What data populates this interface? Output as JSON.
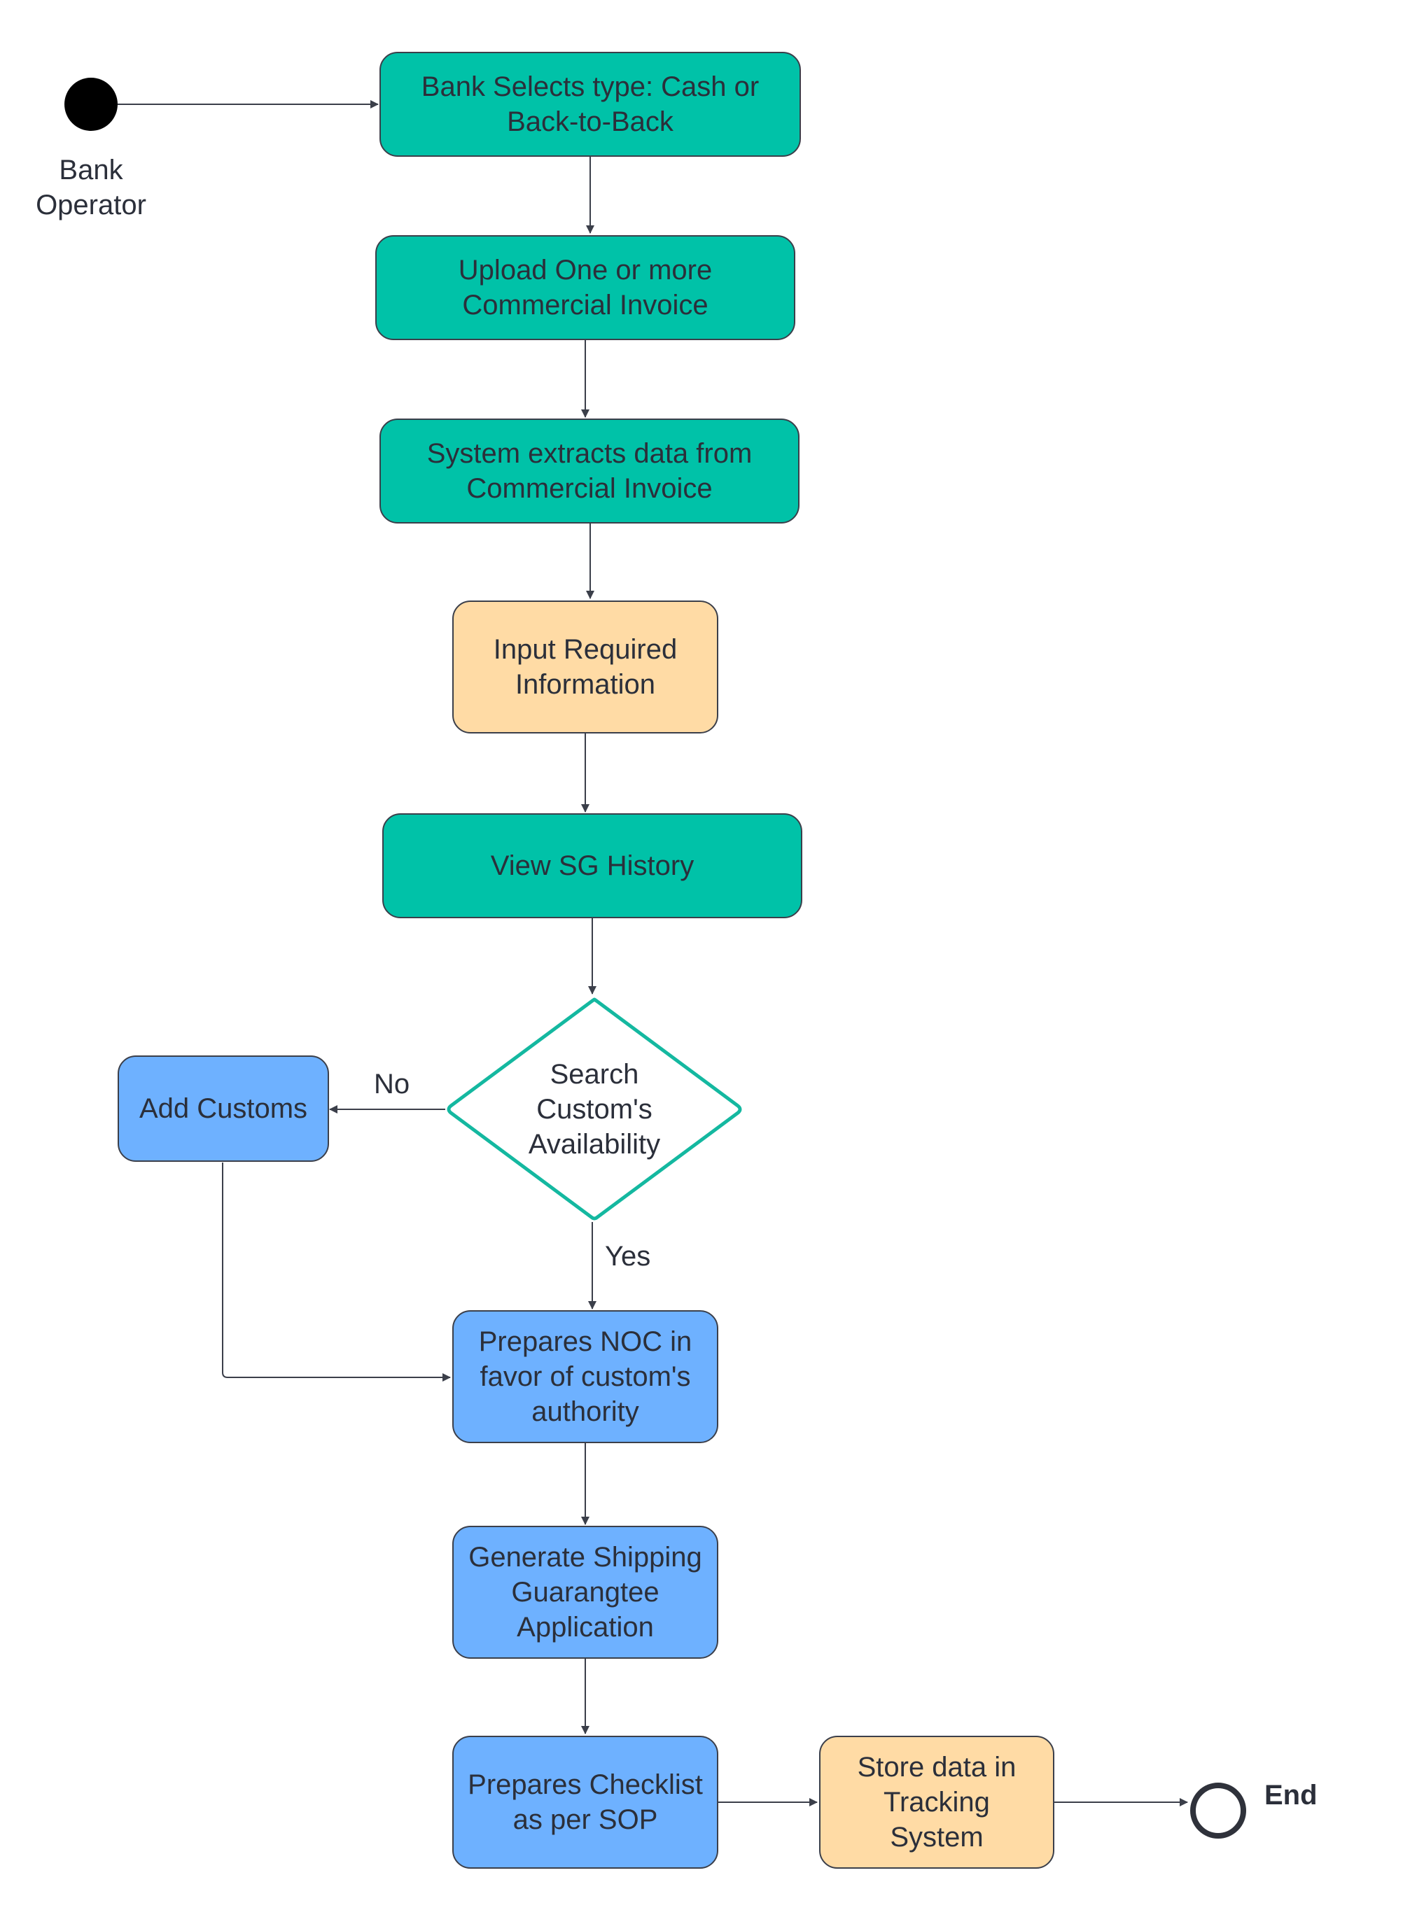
{
  "start": {
    "label": "Bank\nOperator"
  },
  "nodes": {
    "select_type": "Bank Selects type: Cash or\nBack-to-Back",
    "upload_invoice": "Upload One or more\nCommercial Invoice",
    "extract_data": "System extracts data from\nCommercial Invoice",
    "input_info": "Input Required\nInformation",
    "view_history": "View SG History",
    "search_customs": "Search\nCustom's\nAvailability",
    "add_customs": "Add Customs",
    "prepare_noc": "Prepares NOC in\nfavor of custom's\nauthority",
    "generate_application": "Generate Shipping\nGuarangtee\nApplication",
    "prepare_checklist": "Prepares Checklist\nas per SOP",
    "store_data": "Store data in\nTracking\nSystem"
  },
  "branches": {
    "no": "No",
    "yes": "Yes"
  },
  "end": {
    "label": "End"
  },
  "colors": {
    "process": "#00c2a8",
    "input": "#ffdba5",
    "action": "#6eb1ff",
    "decision_border": "#14b8a0",
    "line": "#3b3f4a"
  }
}
